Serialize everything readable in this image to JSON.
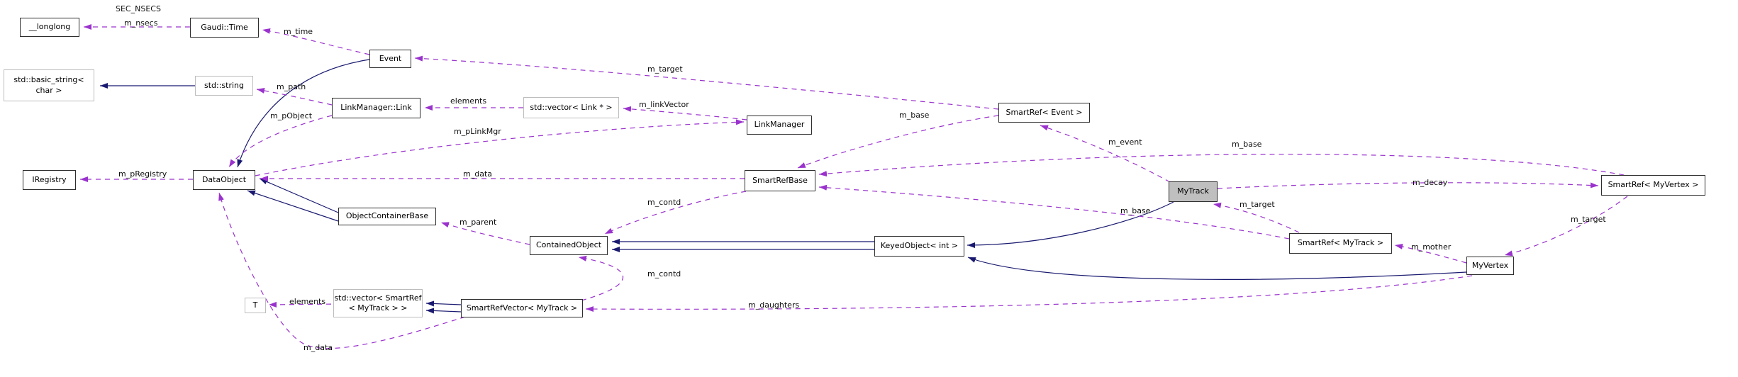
{
  "diagram": {
    "title": "MyTrack collaboration graph",
    "kind": "doxygen-collaboration-diagram",
    "colors": {
      "inheritance_edge": "#191970",
      "usage_edge": "#9a32cd",
      "node_border": "#2e2e2e",
      "template_node_border": "#bdbdbd",
      "current_node_fill": "#bfbfbf",
      "background": "#ffffff"
    },
    "nodes": [
      {
        "label": "__longlong"
      },
      {
        "label": "Gaudi::Time"
      },
      {
        "label": "Event"
      },
      {
        "label": "std::basic_string<",
        "label2": "char >"
      },
      {
        "label": "std::string"
      },
      {
        "label": "LinkManager::Link"
      },
      {
        "label": "std::vector< Link * >"
      },
      {
        "label": "LinkManager"
      },
      {
        "label": "SmartRef< Event >"
      },
      {
        "label": "IRegistry"
      },
      {
        "label": "DataObject"
      },
      {
        "label": "SmartRefBase"
      },
      {
        "label": "MyTrack"
      },
      {
        "label": "SmartRef< MyVertex >"
      },
      {
        "label": "ObjectContainerBase"
      },
      {
        "label": "ContainedObject"
      },
      {
        "label": "KeyedObject< int >"
      },
      {
        "label": "SmartRef< MyTrack >"
      },
      {
        "label": "MyVertex"
      },
      {
        "label": "T"
      },
      {
        "label": "std::vector< SmartRef",
        "label2": "< MyTrack > >"
      },
      {
        "label": "SmartRefVector< MyTrack >"
      }
    ],
    "edge_labels": [
      {
        "text": "SEC_NSECS"
      },
      {
        "text": "m_nsecs"
      },
      {
        "text": "m_time"
      },
      {
        "text": "m_target"
      },
      {
        "text": "m_path"
      },
      {
        "text": "elements"
      },
      {
        "text": "m_linkVector"
      },
      {
        "text": "m_base"
      },
      {
        "text": "m_pObject"
      },
      {
        "text": "m_pLinkMgr"
      },
      {
        "text": "m_event"
      },
      {
        "text": "m_base"
      },
      {
        "text": "m_pRegistry"
      },
      {
        "text": "m_data"
      },
      {
        "text": "m_decay"
      },
      {
        "text": "m_base"
      },
      {
        "text": "m_target"
      },
      {
        "text": "m_contd"
      },
      {
        "text": "m_target"
      },
      {
        "text": "m_parent"
      },
      {
        "text": "m_mother"
      },
      {
        "text": "m_contd"
      },
      {
        "text": "elements"
      },
      {
        "text": "m_daughters"
      },
      {
        "text": "m_data"
      }
    ],
    "edges": [
      {
        "from": "std::string",
        "to": "std::basic_string< char >",
        "kind": "inheritance"
      },
      {
        "from": "Event",
        "to": "DataObject",
        "kind": "inheritance"
      },
      {
        "from": "ObjectContainerBase",
        "to": "DataObject",
        "kind": "inheritance"
      },
      {
        "from": "KeyedObject< int >",
        "to": "ContainedObject",
        "kind": "inheritance"
      },
      {
        "from": "MyTrack",
        "to": "KeyedObject< int >",
        "kind": "inheritance"
      },
      {
        "from": "MyVertex",
        "to": "KeyedObject< int >",
        "kind": "inheritance"
      },
      {
        "from": "SmartRefVector< MyTrack >",
        "to": "std::vector< SmartRef< MyTrack > >",
        "kind": "inheritance"
      },
      {
        "from": "Gaudi::Time",
        "to": "__longlong",
        "kind": "usage",
        "label": "SEC_NSECS, m_nsecs"
      },
      {
        "from": "Event",
        "to": "Gaudi::Time",
        "kind": "usage",
        "label": "m_time"
      },
      {
        "from": "SmartRef< Event >",
        "to": "Event",
        "kind": "usage",
        "label": "m_target"
      },
      {
        "from": "LinkManager::Link",
        "to": "std::string",
        "kind": "usage",
        "label": "m_path"
      },
      {
        "from": "LinkManager::Link",
        "to": "DataObject",
        "kind": "usage",
        "label": "m_pObject"
      },
      {
        "from": "std::vector< Link * >",
        "to": "LinkManager::Link",
        "kind": "usage",
        "label": "elements"
      },
      {
        "from": "LinkManager",
        "to": "std::vector< Link * >",
        "kind": "usage",
        "label": "m_linkVector"
      },
      {
        "from": "DataObject",
        "to": "LinkManager",
        "kind": "usage",
        "label": "m_pLinkMgr"
      },
      {
        "from": "DataObject",
        "to": "IRegistry",
        "kind": "usage",
        "label": "m_pRegistry"
      },
      {
        "from": "SmartRefBase",
        "to": "DataObject",
        "kind": "usage",
        "label": "m_data"
      },
      {
        "from": "SmartRefBase",
        "to": "ContainedObject",
        "kind": "usage",
        "label": "m_contd"
      },
      {
        "from": "ContainedObject",
        "to": "ObjectContainerBase",
        "kind": "usage",
        "label": "m_parent"
      },
      {
        "from": "SmartRef< Event >",
        "to": "SmartRefBase",
        "kind": "usage",
        "label": "m_base"
      },
      {
        "from": "MyTrack",
        "to": "SmartRef< Event >",
        "kind": "usage",
        "label": "m_event"
      },
      {
        "from": "SmartRef< MyTrack >",
        "to": "SmartRefBase",
        "kind": "usage",
        "label": "m_base"
      },
      {
        "from": "SmartRef< MyVertex >",
        "to": "SmartRefBase",
        "kind": "usage",
        "label": "m_base"
      },
      {
        "from": "MyTrack",
        "to": "SmartRef< MyVertex >",
        "kind": "usage",
        "label": "m_decay"
      },
      {
        "from": "SmartRef< MyTrack >",
        "to": "MyTrack",
        "kind": "usage",
        "label": "m_target"
      },
      {
        "from": "MyVertex",
        "to": "SmartRef< MyTrack >",
        "kind": "usage",
        "label": "m_mother"
      },
      {
        "from": "SmartRef< MyVertex >",
        "to": "MyVertex",
        "kind": "usage",
        "label": "m_target"
      },
      {
        "from": "MyVertex",
        "to": "SmartRefVector< MyTrack >",
        "kind": "usage",
        "label": "m_daughters"
      },
      {
        "from": "SmartRefVector< MyTrack >",
        "to": "ContainedObject",
        "kind": "usage",
        "label": "m_contd"
      },
      {
        "from": "std::vector< SmartRef< MyTrack > >",
        "to": "T",
        "kind": "usage",
        "label": "elements"
      },
      {
        "from": "SmartRefVector< MyTrack >",
        "to": "DataObject",
        "kind": "usage",
        "label": "m_data"
      }
    ]
  }
}
